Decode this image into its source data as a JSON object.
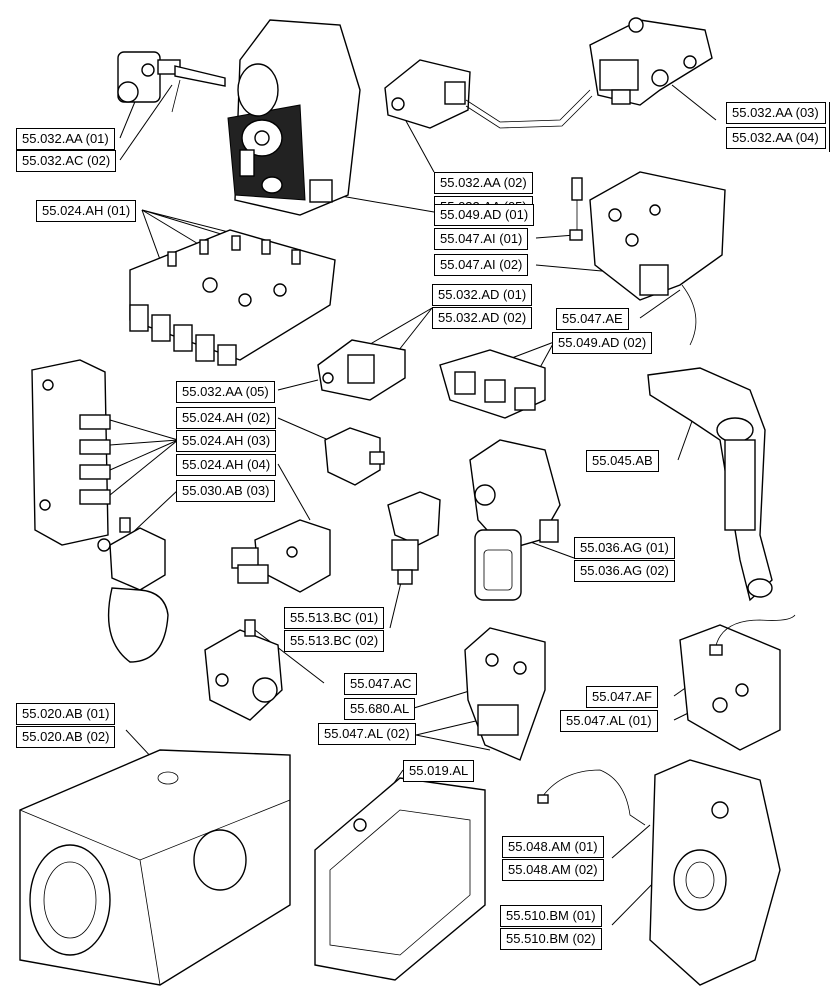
{
  "callouts": {
    "c01": "55.032.AA (01)",
    "c02": "55.032.AC (02)",
    "c03": "55.032.AA (03)",
    "c04": "55.032.AA (04)",
    "c05": "55.032.AA (02)",
    "c06": "55.032.AA (05)",
    "c07": "55.024.AH (01)",
    "c08": "55.049.AD (01)",
    "c09": "55.047.AI (01)",
    "c10": "55.047.AI (02)",
    "c11": "55.032.AD (01)",
    "c12": "55.032.AD (02)",
    "c13": "55.047.AE",
    "c14": "55.049.AD (02)",
    "c15": "55.032.AA (05)",
    "c16": "55.024.AH (02)",
    "c17": "55.024.AH (03)",
    "c18": "55.045.AB",
    "c19": "55.024.AH (04)",
    "c20": "55.030.AB (03)",
    "c21": "55.036.AG (01)",
    "c22": "55.036.AG (02)",
    "c23": "55.513.BC (01)",
    "c24": "55.513.BC (02)",
    "c25": "55.047.AC",
    "c26": "55.047.AF",
    "c27": "55.680.AL",
    "c28": "55.047.AL (01)",
    "c29": "55.020.AB (01)",
    "c30": "55.020.AB (02)",
    "c31": "55.047.AL (02)",
    "c32": "55.019.AL",
    "c33": "55.048.AM (01)",
    "c34": "55.048.AM (02)",
    "c35": "55.510.BM (01)",
    "c36": "55.510.BM (02)"
  }
}
